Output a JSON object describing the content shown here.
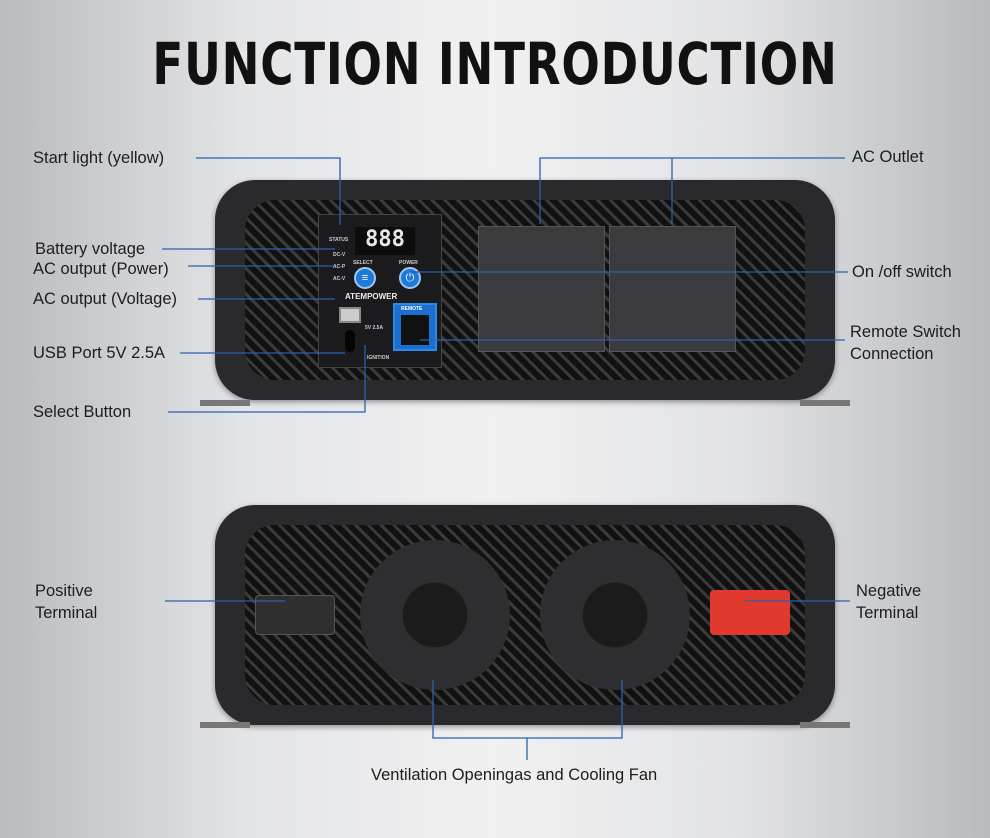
{
  "title": "FUNCTION INTRODUCTION",
  "brand": "ATEMPOWER",
  "display": "888",
  "panel": {
    "status": "STATUS",
    "dcv": "DC-V",
    "acp": "AC-P",
    "acv": "AC-V",
    "select": "SELECT",
    "power": "POWER",
    "remote": "REMOTE",
    "usb": "5V 2.5A",
    "ignition": "IGNITION"
  },
  "labels": {
    "start_light": "Start light (yellow)",
    "battery_voltage": "Battery voltage",
    "ac_power": "AC output (Power)",
    "ac_voltage": "AC output (Voltage)",
    "usb_port": "USB Port 5V 2.5A",
    "select_button": "Select Button",
    "ac_outlet": "AC Outlet",
    "onoff": "On /off switch",
    "remote1": "Remote Switch",
    "remote2": "Connection",
    "pos1": "Positive",
    "pos2": "Terminal",
    "neg1": "Negative",
    "neg2": "Terminal",
    "vent": "Ventilation Openingas and Cooling Fan"
  },
  "colors": {
    "leader": "#2b5fae",
    "button": "#1e7ad6",
    "negative": "#e03a2e"
  }
}
